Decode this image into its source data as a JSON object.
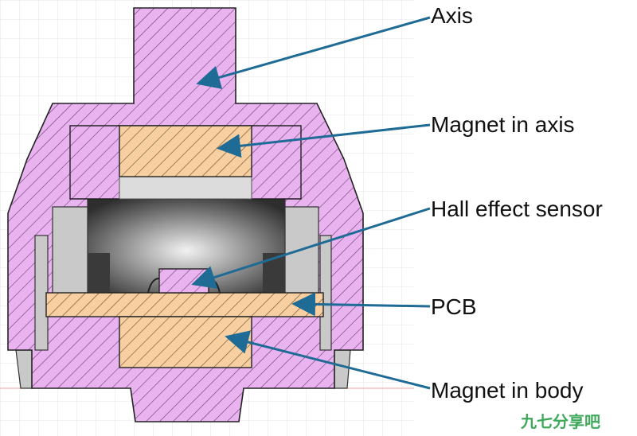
{
  "callouts": {
    "axis": "Axis",
    "magnet_in_axis": "Magnet in axis",
    "hall_effect_sensor": "Hall effect sensor",
    "pcb": "PCB",
    "magnet_in_body": "Magnet in body"
  },
  "watermark": {
    "text": "九七分享吧"
  },
  "colors": {
    "housing": "#e9b3f0",
    "magnet": "#f7cfa0",
    "pcb": "#f7cfa0",
    "hatch": "#6a3e6e",
    "arrow": "#1e6b96",
    "grid": "#e6e6e6",
    "cavity_dark": "#3a3a3a",
    "gray_part": "#c9c9c9"
  }
}
